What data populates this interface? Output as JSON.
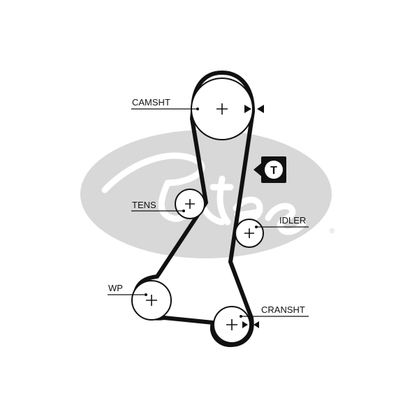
{
  "colors": {
    "ink": "#111111",
    "watermark": "#d8d8d8",
    "watermark_script": "#ffffff",
    "background": "#ffffff"
  },
  "watermark": {
    "logo": "gates-logo",
    "registered_mark": "®"
  },
  "components": {
    "camshaft": "CAMSHT",
    "tensioner": "TENS",
    "idler": "IDLER",
    "water_pump": "WP",
    "crankshaft": "CRANSHT"
  },
  "tension_badge": {
    "label": "T",
    "icon": "tension-icon"
  }
}
